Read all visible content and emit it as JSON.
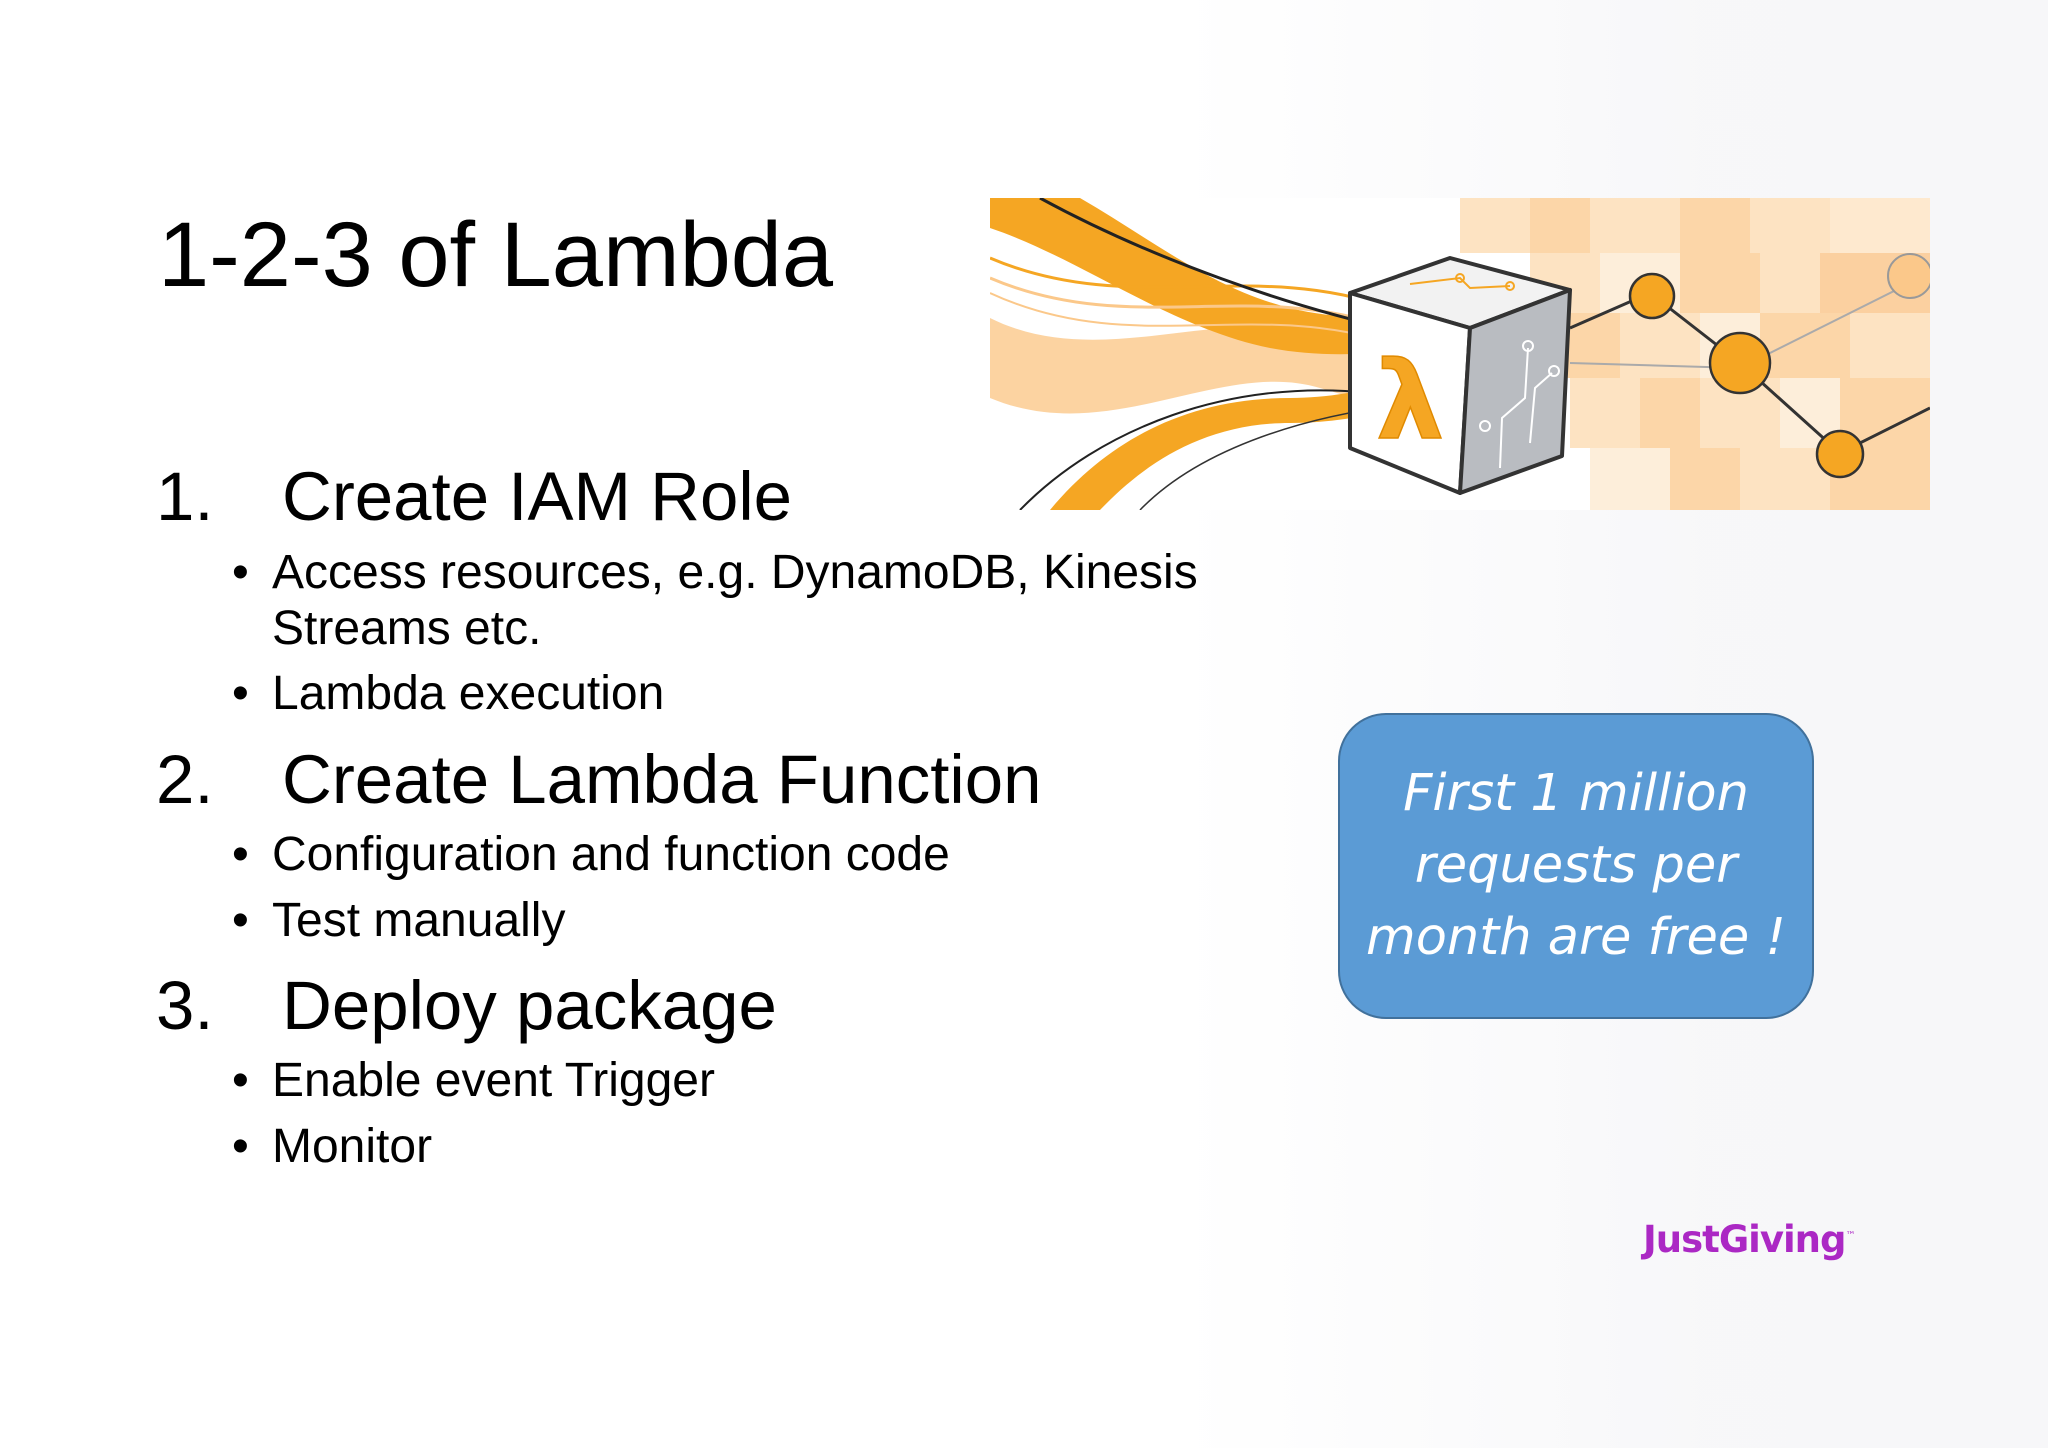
{
  "slide": {
    "title": "1-2-3 of Lambda",
    "steps": [
      {
        "number": "1.",
        "label": "Create IAM Role",
        "bullets": [
          "Access resources, e.g. DynamoDB, Kinesis Streams etc.",
          "Lambda execution"
        ]
      },
      {
        "number": "2.",
        "label": "Create Lambda Function",
        "bullets": [
          "Configuration and function code",
          "Test manually"
        ]
      },
      {
        "number": "3.",
        "label": "Deploy package",
        "bullets": [
          "Enable event Trigger",
          "Monitor"
        ]
      }
    ],
    "bullet_glyph": "•",
    "callout": "First 1 million requests per month are free !",
    "brand": "JustGiving",
    "brand_mark": "™",
    "hero_icon": "lambda-cube-icon",
    "hero_glyph": "λ",
    "colors": {
      "accent_orange": "#f5a623",
      "callout_fill": "#5b9bd5",
      "callout_border": "#41719c",
      "brand_purple": "#ab28c4"
    }
  }
}
